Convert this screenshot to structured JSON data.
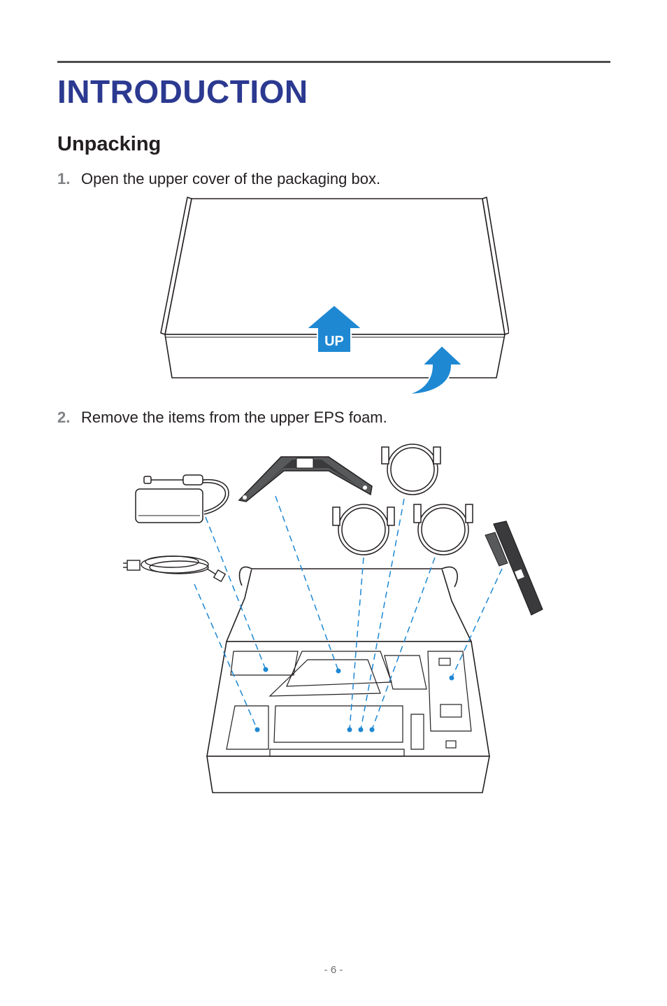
{
  "heading": {
    "title": "INTRODUCTION",
    "subtitle": "Unpacking"
  },
  "steps": [
    {
      "number": "1.",
      "text": "Open the upper cover of the packaging box."
    },
    {
      "number": "2.",
      "text": "Remove the items from the upper EPS foam."
    }
  ],
  "figure1": {
    "arrow_label": "UP"
  },
  "footer": {
    "page_number": "- 6 -"
  },
  "colors": {
    "title": "#2b3990",
    "accent_blue": "#1e88d3",
    "step_number": "#808285",
    "line": "#231f20"
  }
}
